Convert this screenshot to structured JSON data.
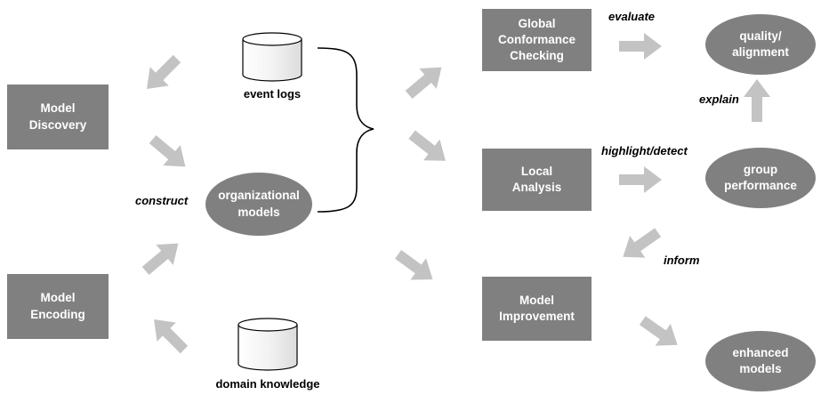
{
  "nodes": {
    "model_discovery": "Model\nDiscovery",
    "model_encoding": "Model\nEncoding",
    "organizational_models": "organizational\nmodels",
    "global_conformance_checking": "Global\nConformance\nChecking",
    "local_analysis": "Local\nAnalysis",
    "model_improvement": "Model\nImprovement",
    "quality_alignment": "quality/\nalignment",
    "group_performance": "group\nperformance",
    "enhanced_models": "enhanced\nmodels"
  },
  "data_sources": {
    "event_logs": "event logs",
    "domain_knowledge": "domain knowledge"
  },
  "edge_labels": {
    "construct": "construct",
    "evaluate": "evaluate",
    "explain": "explain",
    "highlight_detect": "highlight/detect",
    "inform": "inform"
  },
  "colors": {
    "node_fill": "#808080",
    "node_text": "#ffffff",
    "arrow_fill": "#c3c3c3",
    "label_text": "#000000"
  },
  "icons": [
    "database-icon",
    "block-arrow-icon",
    "curly-brace-icon"
  ]
}
